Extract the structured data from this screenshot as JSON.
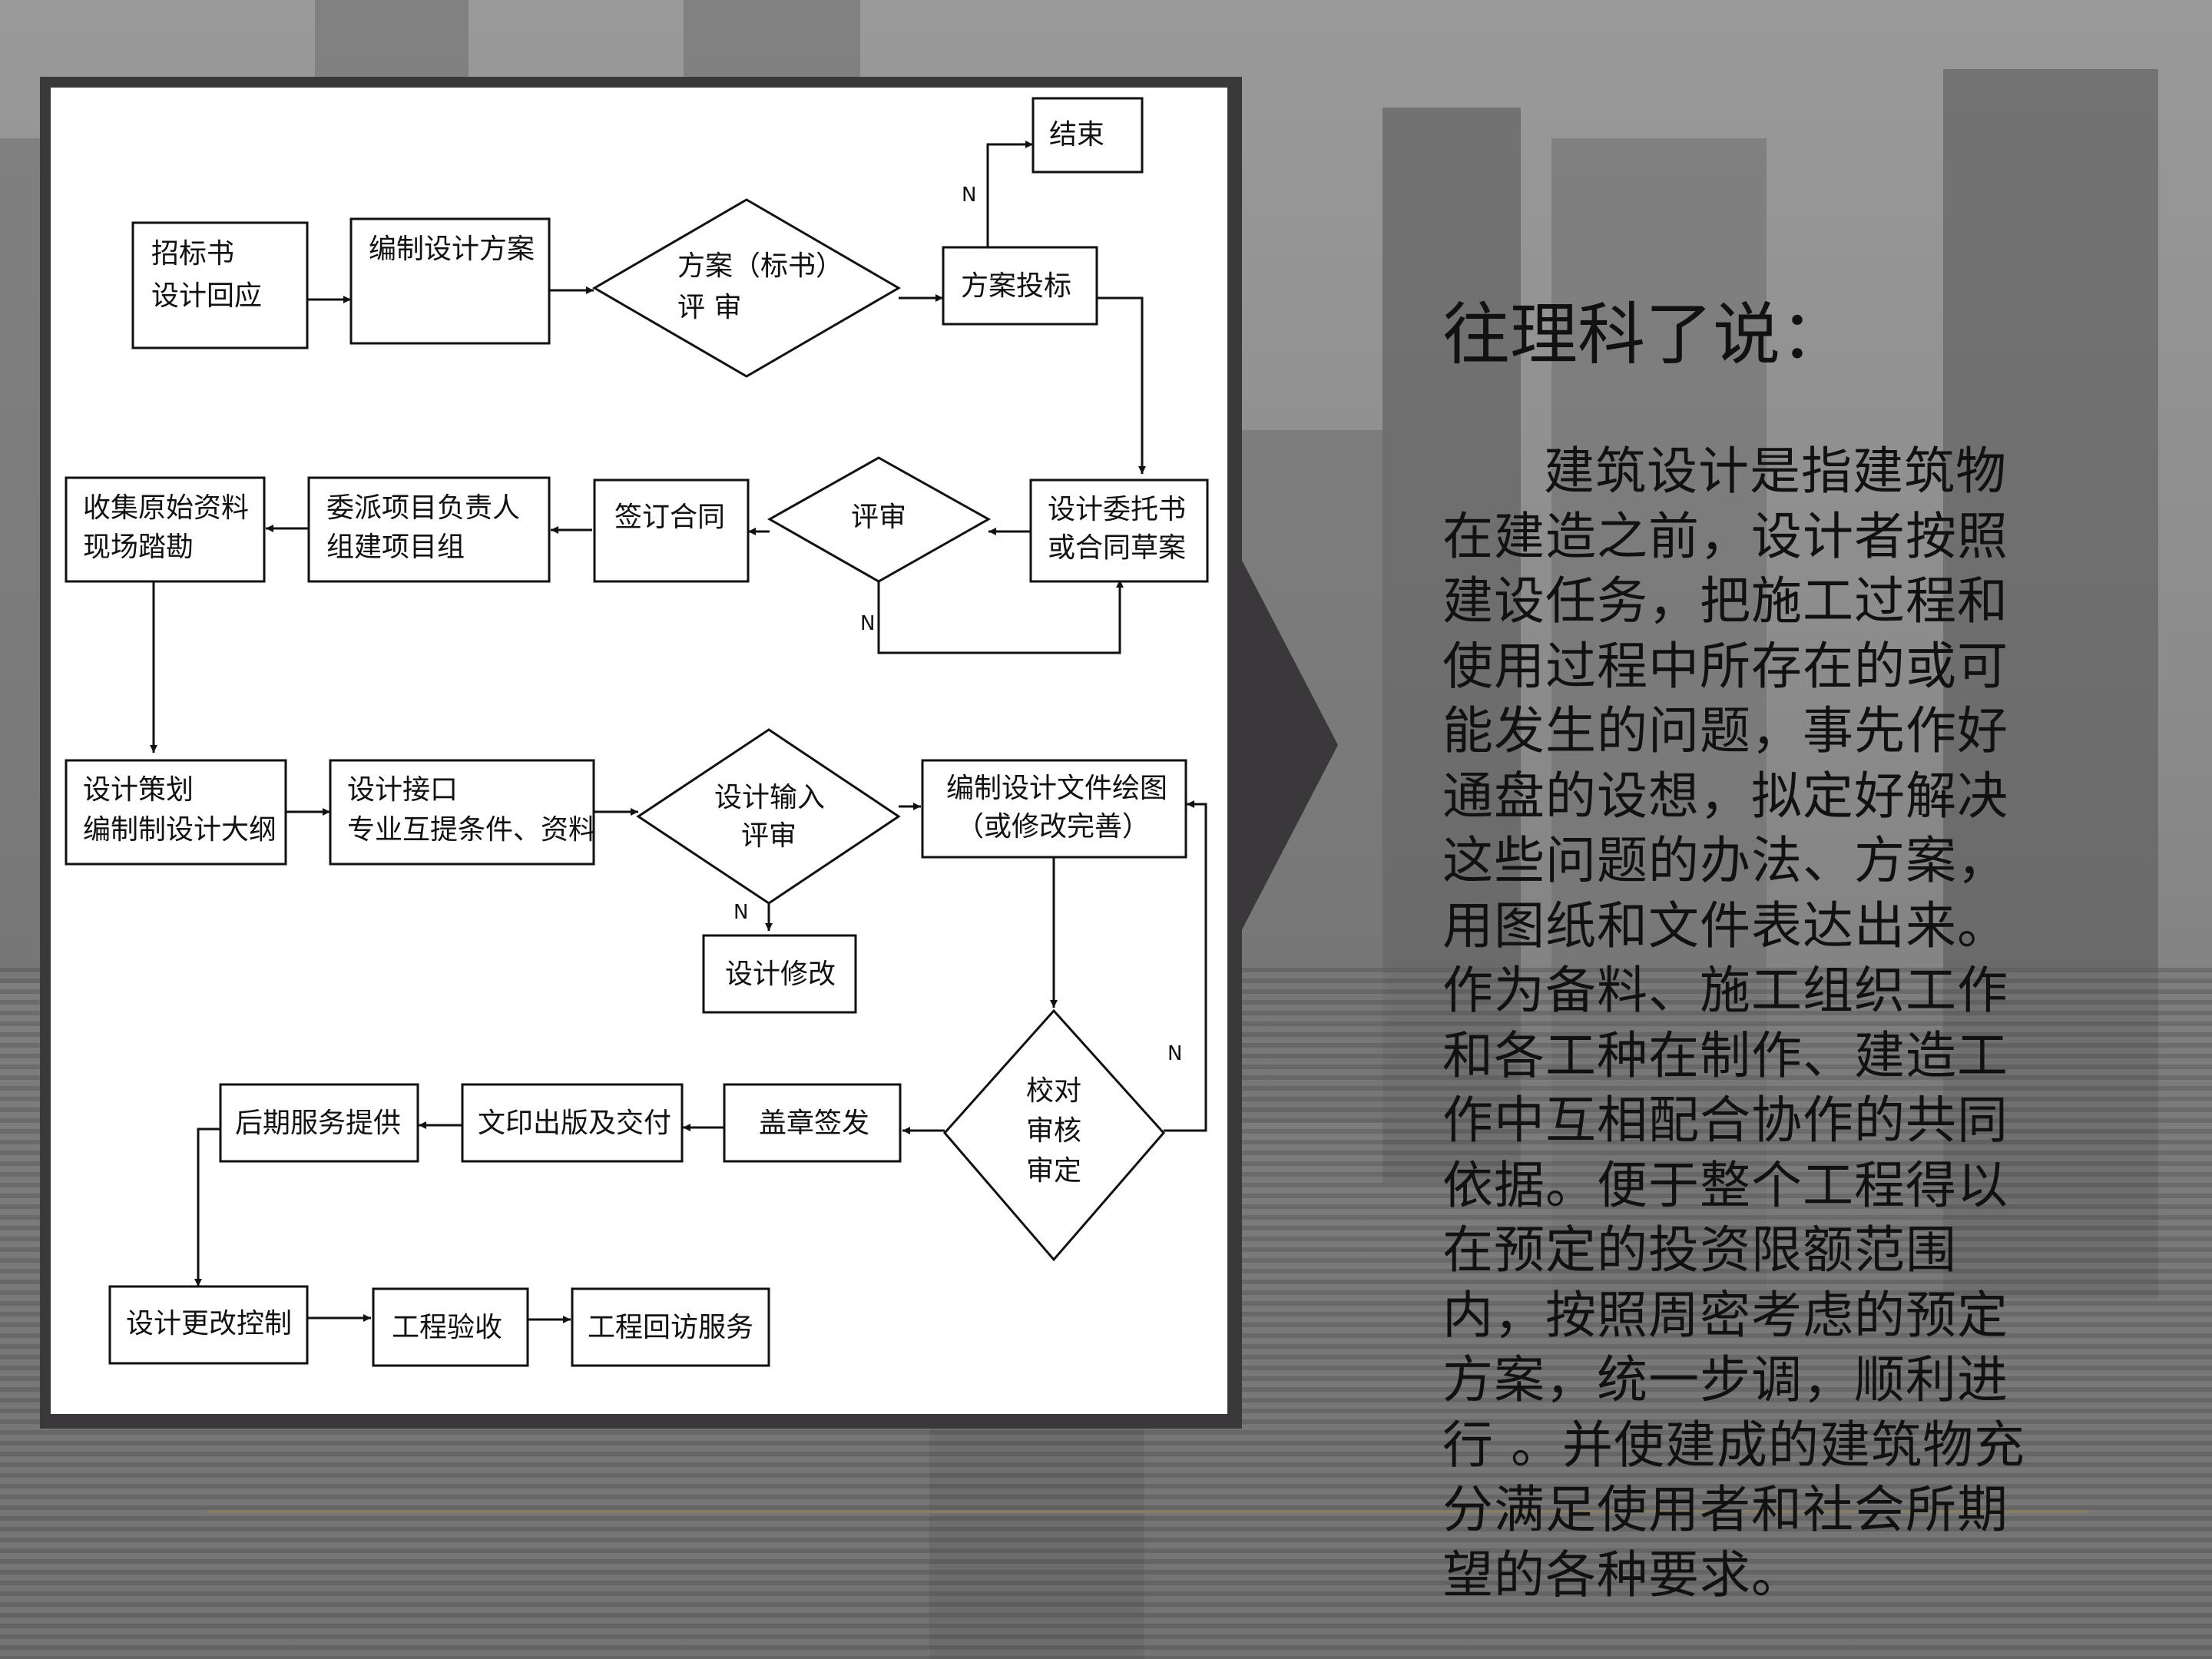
{
  "slide": {
    "title": "往理科了说：",
    "body": "建筑设计是指建筑物在建造之前，设计者按照建设任务，把施工过程和使用过程中所存在的或可能发生的问题，事先作好通盘的设想，拟定好解决这些问题的办法、方案，用图纸和文件表达出来。作为备料、施工组织工作和各工种在制作、建造工作中互相配合协作的共同依据。便于整个工程得以在预定的投资限额范围内，按照周密考虑的预定方案，统一步调，顺利进行 。并使建成的建筑物充分满足使用者和社会所期望的各种要求。"
  },
  "flowchart": {
    "nodes": {
      "end": [
        "结束"
      ],
      "bid_doc": [
        "招标书",
        "设计回应"
      ],
      "draft_scheme": [
        "编制设计方案"
      ],
      "scheme_review": [
        "方案（标书）",
        "评    审"
      ],
      "bidding": [
        "方案投标"
      ],
      "contract_draft": [
        "设计委托书",
        "或合同草案"
      ],
      "review": [
        "评审"
      ],
      "sign_contract": [
        "签订合同"
      ],
      "assign_lead": [
        "委派项目负责人",
        "组建项目组"
      ],
      "collect_data": [
        "收集原始资料",
        "现场踏勘"
      ],
      "design_plan": [
        "设计策划",
        "编制制设计大纲"
      ],
      "interface": [
        "设计接口",
        "专业互提条件、资料"
      ],
      "input_review": [
        "设计输入",
        "评审"
      ],
      "drawings": [
        "编制设计文件绘图",
        "（或修改完善）"
      ],
      "revise": [
        "设计修改"
      ],
      "check": [
        "校对",
        "审核",
        "审定"
      ],
      "stamp": [
        "盖章签发"
      ],
      "print_deliver": [
        "文印出版及交付"
      ],
      "after_service": [
        "后期服务提供"
      ],
      "change_control": [
        "设计更改控制"
      ],
      "acceptance": [
        "工程验收"
      ],
      "revisit": [
        "工程回访服务"
      ]
    },
    "branch_label": "N"
  }
}
